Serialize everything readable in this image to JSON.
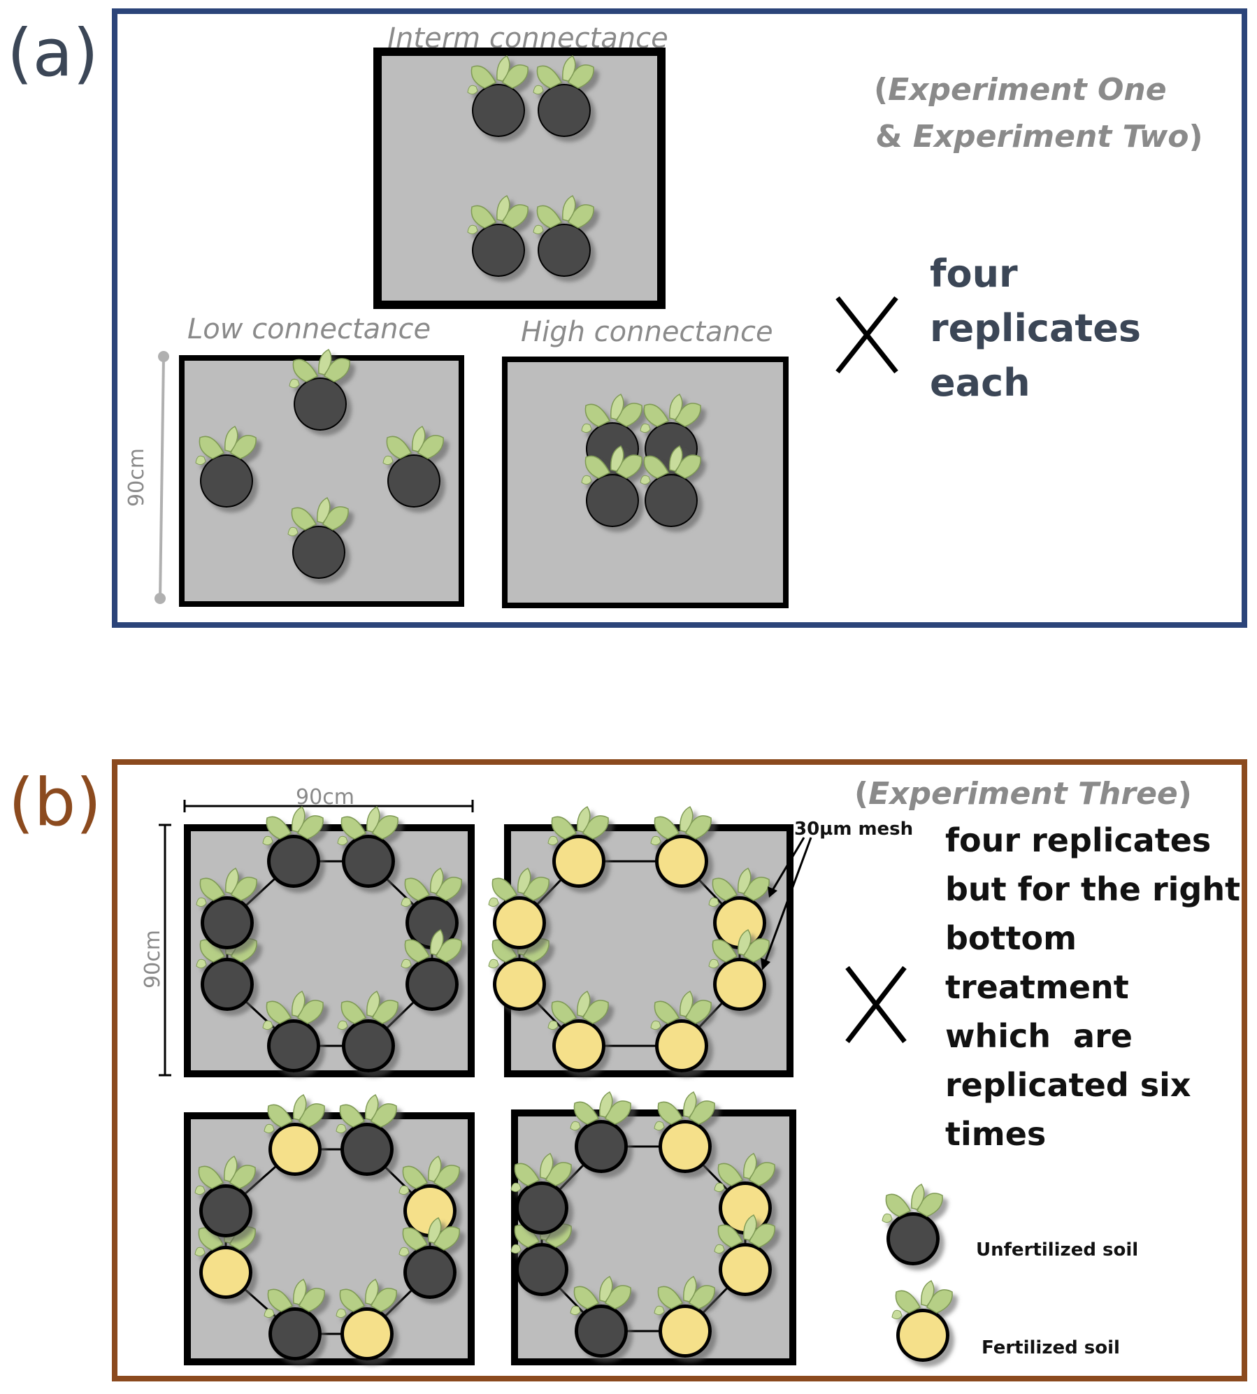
{
  "panel_a": {
    "letter": "(a)",
    "plot_labels": {
      "intermediate": "Interm connectance",
      "low": "Low connectance",
      "high": "High connectance"
    },
    "experiment_label": {
      "open": "(",
      "line1": "Experiment One",
      "line2_pre": "& ",
      "line2": "Experiment Two",
      "close": ")"
    },
    "times_symbol": "X",
    "replicates_text": [
      "four",
      "replicates",
      "each"
    ],
    "dimension_label": "90cm",
    "colors": {
      "frame": "#2b4479",
      "letter": "#3b4656"
    }
  },
  "panel_b": {
    "letter": "(b)",
    "experiment_label": {
      "open": "(",
      "text": "Experiment Three",
      "close": ")"
    },
    "width_label": "90cm",
    "height_label": "90cm",
    "mesh_label": "30µm mesh",
    "times_symbol": "X",
    "replicates_text": [
      "four replicates",
      "but for the right",
      "bottom",
      "treatment",
      "which  are",
      "replicated six",
      "times"
    ],
    "legend": [
      {
        "label": "Unfertilized soil",
        "soil": "unfertilized"
      },
      {
        "label": "Fertilized soil",
        "soil": "fertilized"
      }
    ],
    "colors": {
      "frame": "#8b4a1e",
      "letter": "#8b4a1e"
    }
  },
  "colors": {
    "plot_fill": "#bdbdbd",
    "unfertilized_pot": "#4a4a4a",
    "fertilized_pot": "#f5e08a",
    "leaf": "#b6cf86",
    "label_gray": "#8a8a8a"
  }
}
